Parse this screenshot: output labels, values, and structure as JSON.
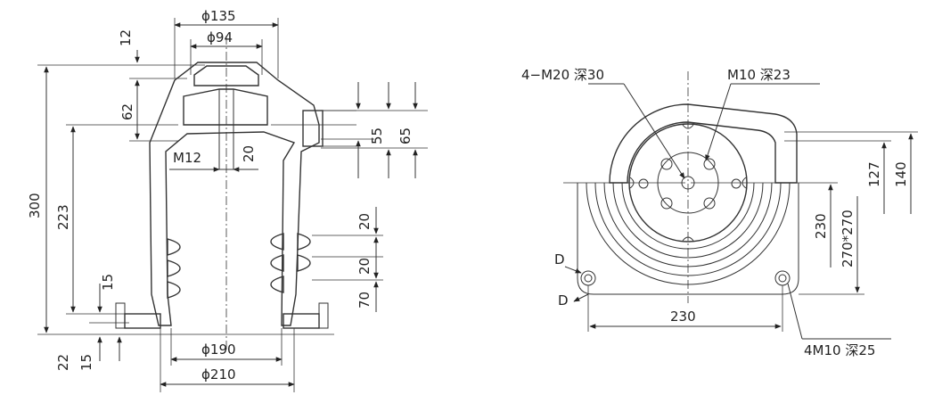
{
  "left_view": {
    "dia_135": "ϕ135",
    "dia_94": "ϕ94",
    "dim_12": "12",
    "dim_62": "62",
    "dim_300": "300",
    "dim_223": "223",
    "dim_m12": "M12",
    "dim_20_center": "20",
    "dim_55": "55",
    "dim_65": "65",
    "dim_20_rib_a": "20",
    "dim_20_rib_b": "20",
    "dim_70": "70",
    "dim_15_side": "15",
    "dim_22": "22",
    "dim_15_bottom": "15",
    "dia_190": "ϕ190",
    "dia_210": "ϕ210"
  },
  "right_view": {
    "holes_m20": "4−M20 深30",
    "hole_m10": "M10 深23",
    "dim_127": "127",
    "dim_140": "140",
    "dim_230_v": "230",
    "dim_270": "270*270",
    "label_d_top": "D",
    "label_d_bottom": "D",
    "dim_230_h": "230",
    "mount_holes": "4M10 深25"
  }
}
